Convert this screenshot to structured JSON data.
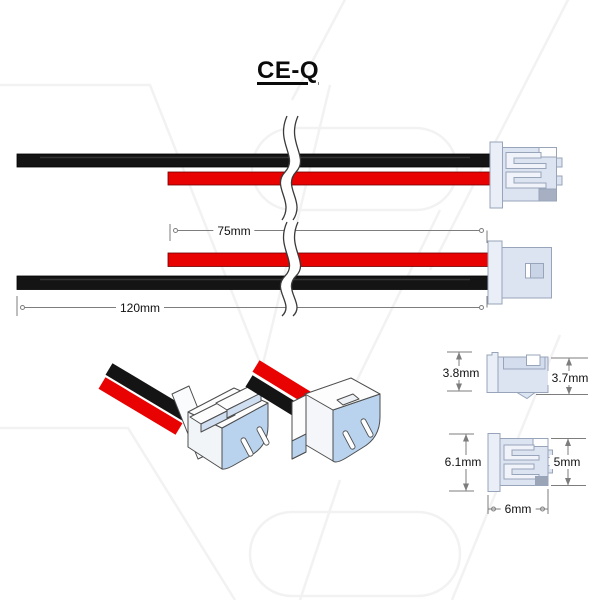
{
  "title": "CE-Q",
  "dim_labels": {
    "wire75": "75mm",
    "wire120": "120mm",
    "d38": "3.8mm",
    "d37": "3.7mm",
    "d61": "6.1mm",
    "d5": "5mm",
    "d6": "6mm"
  },
  "colors": {
    "wire_red": "#e80202",
    "wire_black": "#141414",
    "connector_body": "#dce4f2",
    "connector_flange": "#e9eef7",
    "connector_outline": "#97a4ba",
    "connector_accent_dark": "#a6b0c2",
    "iso_face_blue": "#b9d3ee",
    "dimension_line": "#7d7d7d",
    "watermark": "#f2f2f2"
  }
}
